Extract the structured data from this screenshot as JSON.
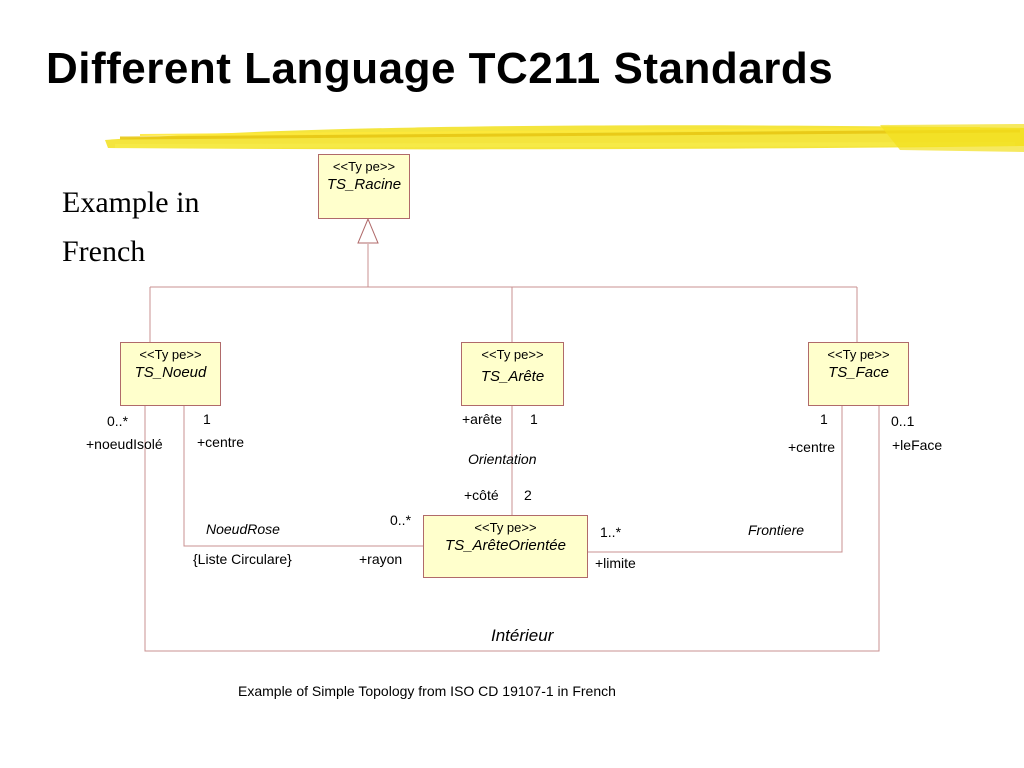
{
  "title": "Different Language TC211 Standards",
  "intro": {
    "line1": "Example in",
    "line2": "French"
  },
  "colors": {
    "box_fill": "#ffffcc",
    "box_border": "#b06a6a",
    "line": "#c89090",
    "brush": "#f2e01c"
  },
  "classes": {
    "racine": {
      "stereotype": "<<Ty pe>>",
      "name": "TS_Racine"
    },
    "noeud": {
      "stereotype": "<<Ty pe>>",
      "name": "TS_Noeud"
    },
    "arete": {
      "stereotype": "<<Ty pe>>",
      "name": "TS_Arête"
    },
    "face": {
      "stereotype": "<<Ty pe>>",
      "name": "TS_Face"
    },
    "arete_orientee": {
      "stereotype": "<<Ty pe>>",
      "name": "TS_ArêteOrientée"
    }
  },
  "labels": {
    "noeud_isole_mult": "0..*",
    "noeud_isole_role": "+noeudIsolé",
    "noeud_centre_mult": "1",
    "noeud_centre_role": "+centre",
    "arete_role": "+arête",
    "arete_mult": "1",
    "orientation": "Orientation",
    "cote_role": "+côté",
    "cote_mult": "2",
    "face_centre_mult": "1",
    "face_centre_role": "+centre",
    "leface_mult": "0..1",
    "leface_role": "+leFace",
    "rayon_mult": "0..*",
    "noeudrose": "NoeudRose",
    "liste_circulare": "{Liste Circulare}",
    "rayon_role": "+rayon",
    "limite_mult": "1..*",
    "limite_role": "+limite",
    "frontiere": "Frontiere",
    "interieur": "Intérieur"
  },
  "caption": "Example of Simple Topology from ISO CD 19107-1 in French"
}
